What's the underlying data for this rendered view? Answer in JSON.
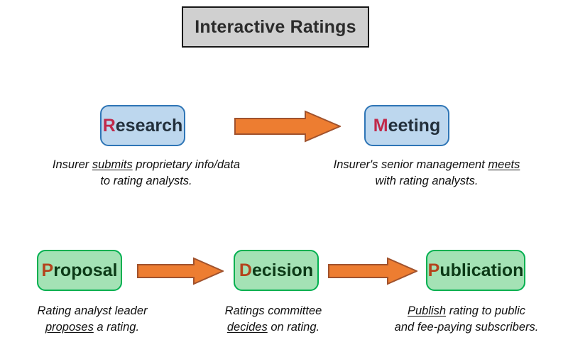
{
  "title": {
    "text": "Interactive Ratings",
    "box_fill": "#d0d0d0",
    "box_border": "#171717"
  },
  "palette": {
    "blue_fill": "#bdd7ee",
    "blue_border": "#2e75b6",
    "blue_text": "#23303c",
    "blue_initial": "#c0294a",
    "green_fill": "#a4e2b5",
    "green_border": "#00b050",
    "green_text": "#0c3a17",
    "green_initial": "#b4431c",
    "arrow_fill": "#ed7d31",
    "arrow_border": "#a0522d"
  },
  "nodes": [
    {
      "id": "research",
      "initial": "R",
      "rest": "esearch",
      "style": "blue"
    },
    {
      "id": "meeting",
      "initial": "M",
      "rest": "eeting",
      "style": "blue"
    },
    {
      "id": "proposal",
      "initial": "P",
      "rest": "roposal",
      "style": "green"
    },
    {
      "id": "decision",
      "initial": "D",
      "rest": "ecision",
      "style": "green"
    },
    {
      "id": "publication",
      "initial": "P",
      "rest": "ublication",
      "style": "green"
    }
  ],
  "arrows": [
    {
      "id": "research-meeting",
      "from": "Research",
      "to": "Meeting",
      "direction": "right"
    },
    {
      "id": "proposal-decision",
      "from": "Proposal",
      "to": "Decision",
      "direction": "right"
    },
    {
      "id": "decision-pub",
      "from": "Decision",
      "to": "Publication",
      "direction": "right"
    }
  ],
  "captions": {
    "research": {
      "line1_pre": "Insurer ",
      "line1_underline": "submits",
      "line1_post": " proprietary info/data",
      "line2": "to rating analysts."
    },
    "meeting": {
      "line1_pre": "Insurer's senior management ",
      "line1_underline": "meets",
      "line1_post": "",
      "line2": "with rating analysts."
    },
    "proposal": {
      "line1": "Rating analyst leader",
      "line2_underline": "proposes",
      "line2_post": " a rating."
    },
    "decision": {
      "line1": "Ratings committee",
      "line2_underline": "decides",
      "line2_post": " on rating."
    },
    "publication": {
      "line1_underline": "Publish",
      "line1_post": " rating to public",
      "line2": "and fee-paying subscribers."
    }
  }
}
